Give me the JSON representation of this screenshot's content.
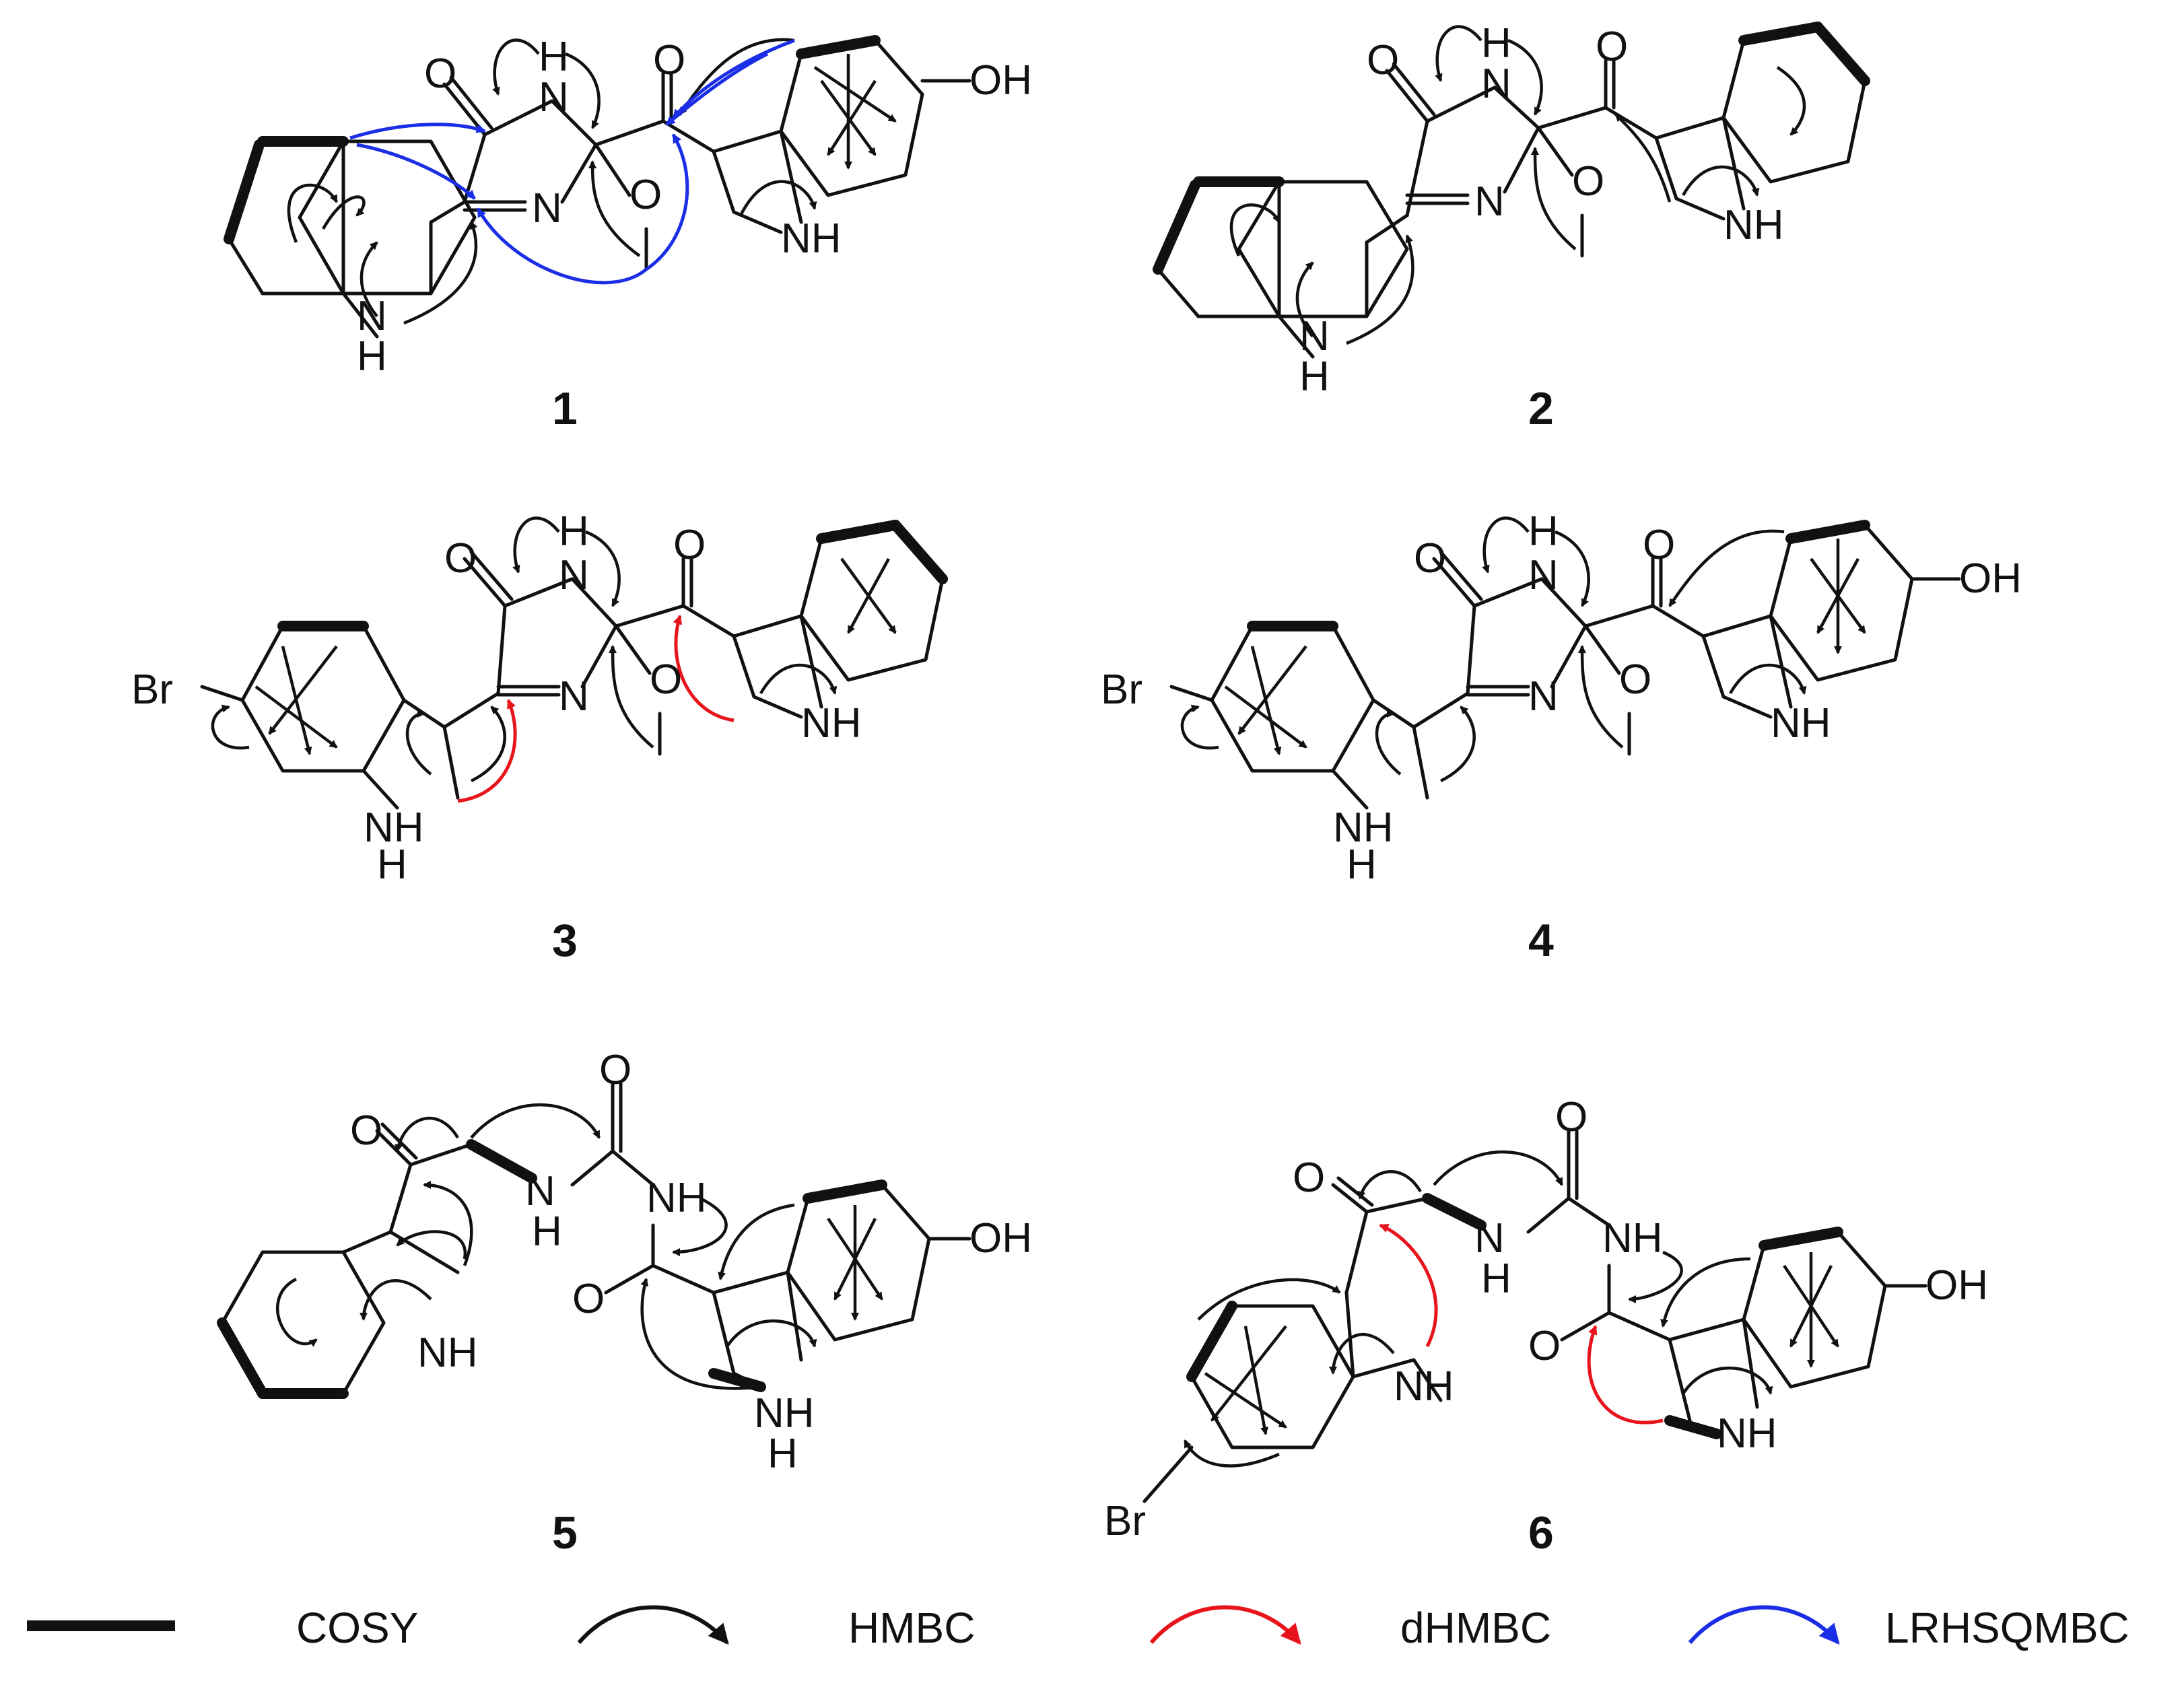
{
  "colors": {
    "cosy": "#111111",
    "hmbc": "#111111",
    "dhmbc": "#e8141b",
    "lrhsqmbc": "#1a2ee6"
  },
  "compounds": [
    {
      "label": "1",
      "substituents": {
        "top_right": "OH"
      }
    },
    {
      "label": "2",
      "substituents": {}
    },
    {
      "label": "3",
      "substituents": {
        "left": "Br"
      }
    },
    {
      "label": "4",
      "substituents": {
        "left": "Br",
        "top_right": "OH"
      }
    },
    {
      "label": "5",
      "substituents": {
        "right": "OH"
      }
    },
    {
      "label": "6",
      "substituents": {
        "right": "OH",
        "bottom_left": "Br"
      }
    }
  ],
  "atoms": {
    "O": "O",
    "N": "N",
    "H": "H",
    "NH": "NH"
  },
  "legend": [
    {
      "label": "COSY",
      "style": "bold-line"
    },
    {
      "label": "HMBC",
      "style": "black-arrow"
    },
    {
      "label": "dHMBC",
      "style": "red-arrow"
    },
    {
      "label": "LRHSQMBC",
      "style": "blue-arrow"
    }
  ]
}
